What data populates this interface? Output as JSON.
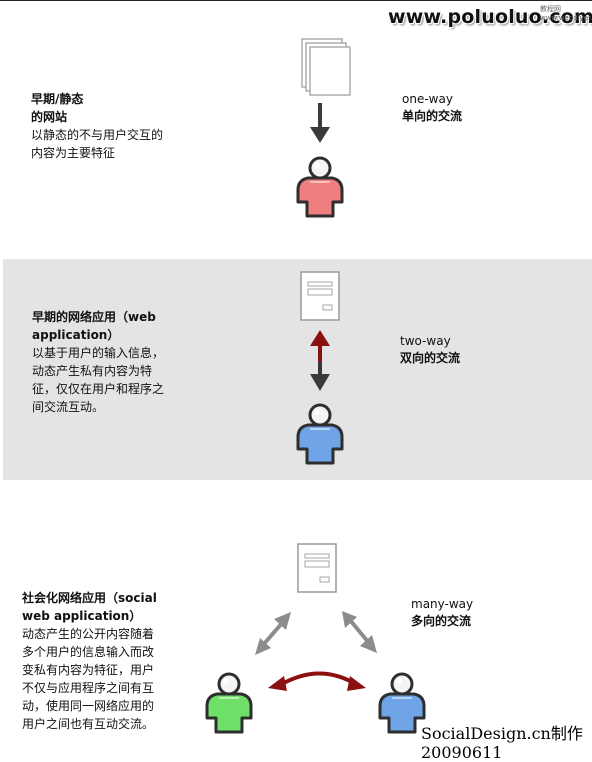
{
  "watermark": {
    "url": "www.poluoluo.com",
    "sub": "教程网 www.webdiyer.com"
  },
  "sections": [
    {
      "title": "早期/静态\n的网站",
      "body": "以静态的不与用户交互的\n内容为主要特征",
      "flow_en": "one-way",
      "flow_zh": "单向的交流"
    },
    {
      "title": "早期的网络应用（web\napplication）",
      "body": "以基于用户的输入信息，\n动态产生私有内容为特\n征，仅仅在用户和程序之\n间交流互动。",
      "flow_en": "two-way",
      "flow_zh": "双向的交流"
    },
    {
      "title": "社会化网络应用（social\nweb application）",
      "body": "动态产生的公开内容随着\n多个用户的信息输入而改\n变私有内容为特征，用户\n不仅与应用程序之间有互\n动，使用同一网络应用的\n用户之间也有互动交流。",
      "flow_en": "many-way",
      "flow_zh": "多向的交流"
    }
  ],
  "credit": {
    "line1": "SocialDesign.cn制作",
    "line2": "20090611"
  },
  "colors": {
    "user_red": "#ef7f7f",
    "user_blue": "#6fa5e6",
    "user_green": "#6ee068",
    "arrow_dark": "#3a3a3a",
    "arrow_gray": "#8c8c8c",
    "arrow_maroon": "#8b1010",
    "section_bg": "#e4e4e4"
  },
  "icons": {
    "documents": "documents-icon",
    "app_window": "app-window-icon",
    "user": "user-icon"
  }
}
